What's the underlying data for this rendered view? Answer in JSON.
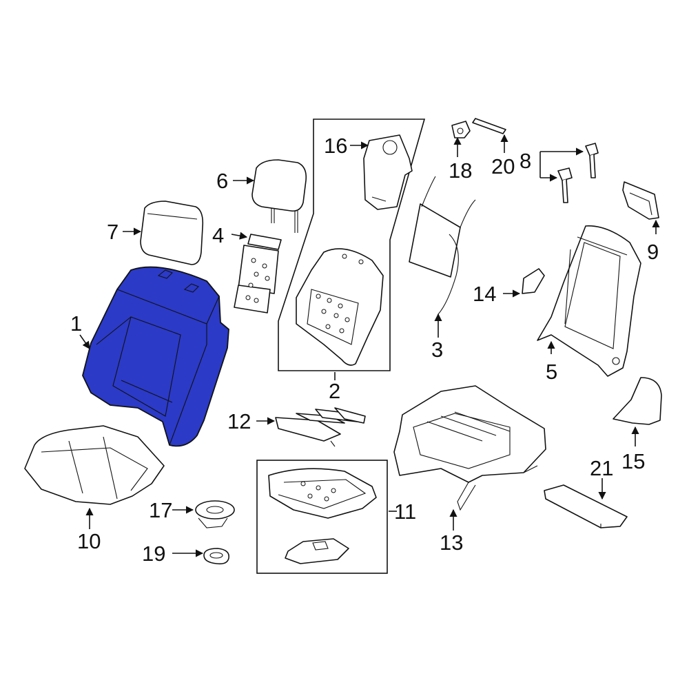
{
  "diagram": {
    "labels": {
      "p1": "1",
      "p2": "2",
      "p3": "3",
      "p4": "4",
      "p5": "5",
      "p6": "6",
      "p7": "7",
      "p8": "8",
      "p9": "9",
      "p10": "10",
      "p11": "11",
      "p12": "12",
      "p13": "13",
      "p14": "14",
      "p15": "15",
      "p16": "16",
      "p17": "17",
      "p18": "18",
      "p19": "19",
      "p20": "20",
      "p21": "21"
    },
    "highlighted_part": "1",
    "highlight_color": "#2b3ac7",
    "line_color": "#111111"
  }
}
